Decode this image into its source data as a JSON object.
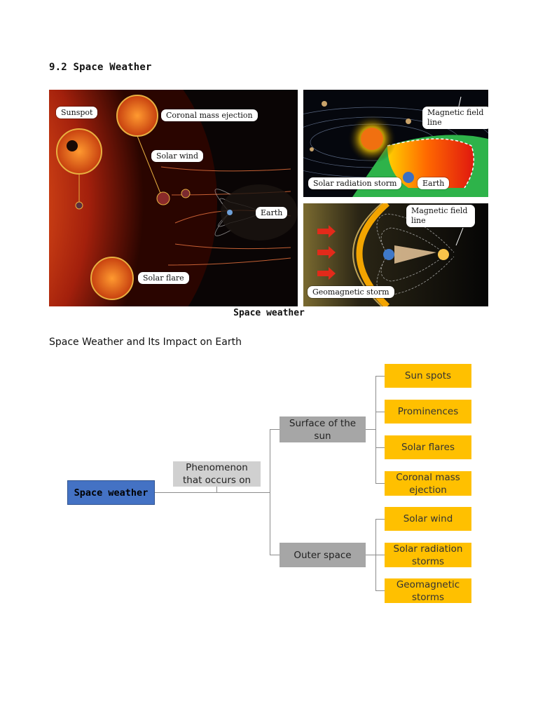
{
  "section_heading": "9.2 Space Weather",
  "figure": {
    "caption": "Space weather",
    "left_panel_labels": {
      "sunspot": "Sunspot",
      "cme": "Coronal mass ejection",
      "solar_wind": "Solar wind",
      "earth": "Earth",
      "solar_flare": "Solar flare"
    },
    "top_right_labels": {
      "magnetic_field_line": "Magnetic field line",
      "solar_radiation_storm": "Solar radiation storm",
      "earth": "Earth"
    },
    "bottom_right_labels": {
      "magnetic_field_line": "Magnetic field line",
      "geomagnetic_storm": "Geomagnetic storm"
    }
  },
  "subheading": "Space Weather and Its Impact on Earth",
  "diagram": {
    "root": "Space weather",
    "connector": "Phenomenon that occurs on",
    "branches": [
      {
        "label": "Surface of the sun",
        "leaves": [
          "Sun spots",
          "Prominences",
          "Solar flares",
          "Coronal mass ejection"
        ]
      },
      {
        "label": "Outer space",
        "leaves": [
          "Solar wind",
          "Solar radiation storms",
          "Geomagnetic storms"
        ]
      }
    ]
  }
}
